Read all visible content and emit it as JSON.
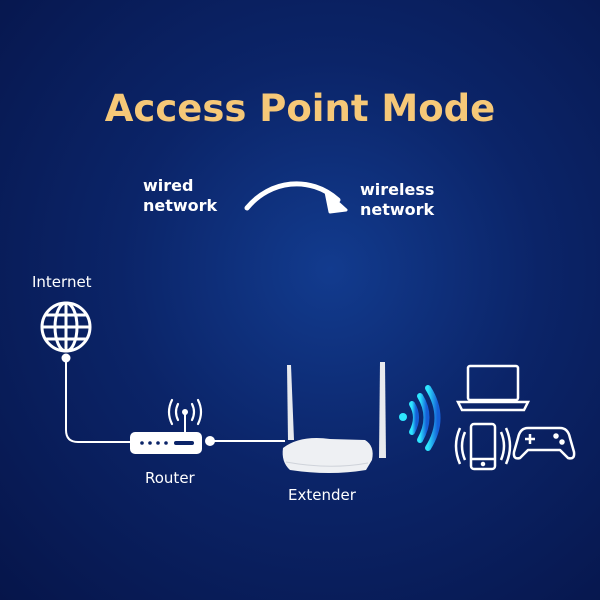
{
  "title": "Access Point Mode",
  "flow": {
    "from_line1": "wired",
    "from_line2": "network",
    "to_line1": "wireless",
    "to_line2": "network"
  },
  "nodes": {
    "internet": "Internet",
    "router": "Router",
    "extender": "Extender"
  },
  "devices": [
    "laptop-icon",
    "smartphone-icon",
    "gamepad-icon"
  ],
  "colors": {
    "title": "#f6c878",
    "background": "#0b2468",
    "signal": "#1aa0ff"
  }
}
